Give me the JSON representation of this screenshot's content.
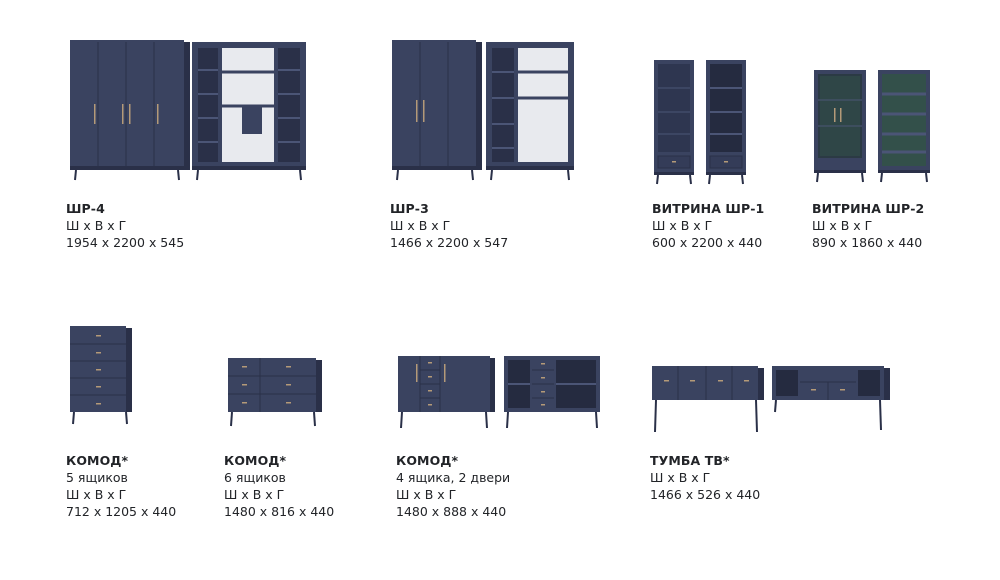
{
  "colors": {
    "navy": "#3a4360",
    "navy_dark": "#2a3048",
    "navy_light": "#4b5576",
    "interior_light": "#e8eaee",
    "interior_green": "#33504a",
    "handle": "#b49a78",
    "text": "#222428"
  },
  "products": [
    {
      "name": "ШР-4",
      "lines": [
        "Ш х В х Г",
        "1954 х 2200 х 545"
      ]
    },
    {
      "name": "ШР-3",
      "lines": [
        "Ш х В х Г",
        "1466 х 2200 х 547"
      ]
    },
    {
      "name": "ВИТРИНА ШР-1",
      "lines": [
        "Ш х В х Г",
        "600 х 2200 х 440"
      ]
    },
    {
      "name": "ВИТРИНА ШР-2",
      "lines": [
        "Ш х В х Г",
        "890 х 1860 х 440"
      ]
    },
    {
      "name": "КОМОД*",
      "lines": [
        "5 ящиков",
        "Ш х В х Г",
        "712 х 1205 х 440"
      ]
    },
    {
      "name": "КОМОД*",
      "lines": [
        "6 ящиков",
        "Ш х В х Г",
        "1480 х 816 х 440"
      ]
    },
    {
      "name": "КОМОД*",
      "lines": [
        "4 ящика, 2 двери",
        "Ш х В х Г",
        "1480 х 888 х 440"
      ]
    },
    {
      "name": "ТУМБА ТВ*",
      "lines": [
        "Ш х В х Г",
        "1466 х 526 х 440"
      ]
    }
  ]
}
